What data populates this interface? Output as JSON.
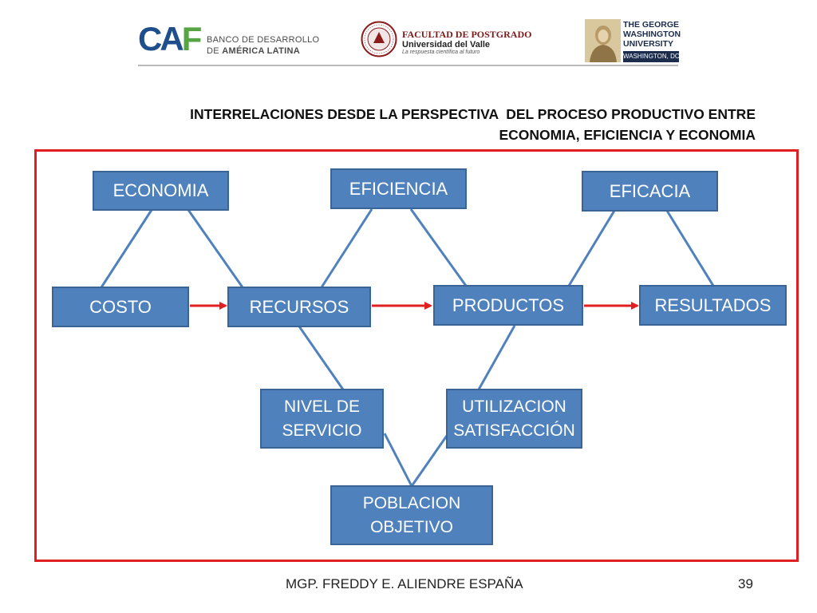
{
  "header": {
    "caf": {
      "mark": "CAF",
      "line1": "BANCO DE DESARROLLO",
      "line2_prefix": "DE ",
      "line2_bold": "AMÉRICA LATINA"
    },
    "ucv": {
      "title": "FACULTAD DE POSTGRADO",
      "name": "Universidad del Valle",
      "motto": "La respuesta científica al futuro",
      "seal_text": "UNIVERSIDAD DEL VALLE · BOLIVIA"
    },
    "gwu": {
      "name_lines": [
        "THE GEORGE",
        "WASHINGTON",
        "UNIVERSITY"
      ],
      "city": "WASHINGTON, DC"
    }
  },
  "title": {
    "line1": "INTERRELACIONES DESDE LA PERSPECTIVA  DEL PROCESO PRODUCTIVO ENTRE",
    "line2": "ECONOMIA, EFICIENCIA Y ECONOMIA"
  },
  "nodes": {
    "economia": "ECONOMIA",
    "eficiencia": "EFICIENCIA",
    "eficacia": "EFICACIA",
    "costo": "COSTO",
    "recursos": "RECURSOS",
    "productos": "PRODUCTOS",
    "resultados": "RESULTADOS",
    "nivel_servicio": [
      "NIVEL DE",
      "SERVICIO"
    ],
    "utilizacion": [
      "UTILIZACION",
      "SATISFACCIÓN"
    ],
    "poblacion": [
      "POBLACION",
      "OBJETIVO"
    ]
  },
  "colors": {
    "node_fill": "#4f81bd",
    "node_border": "#3a6496",
    "link": "#4f81bd",
    "arrow": "#e02020",
    "frame": "#e02020"
  },
  "footer": {
    "author": "MGP. FREDDY E. ALIENDRE ESPAÑA",
    "page": "39"
  }
}
